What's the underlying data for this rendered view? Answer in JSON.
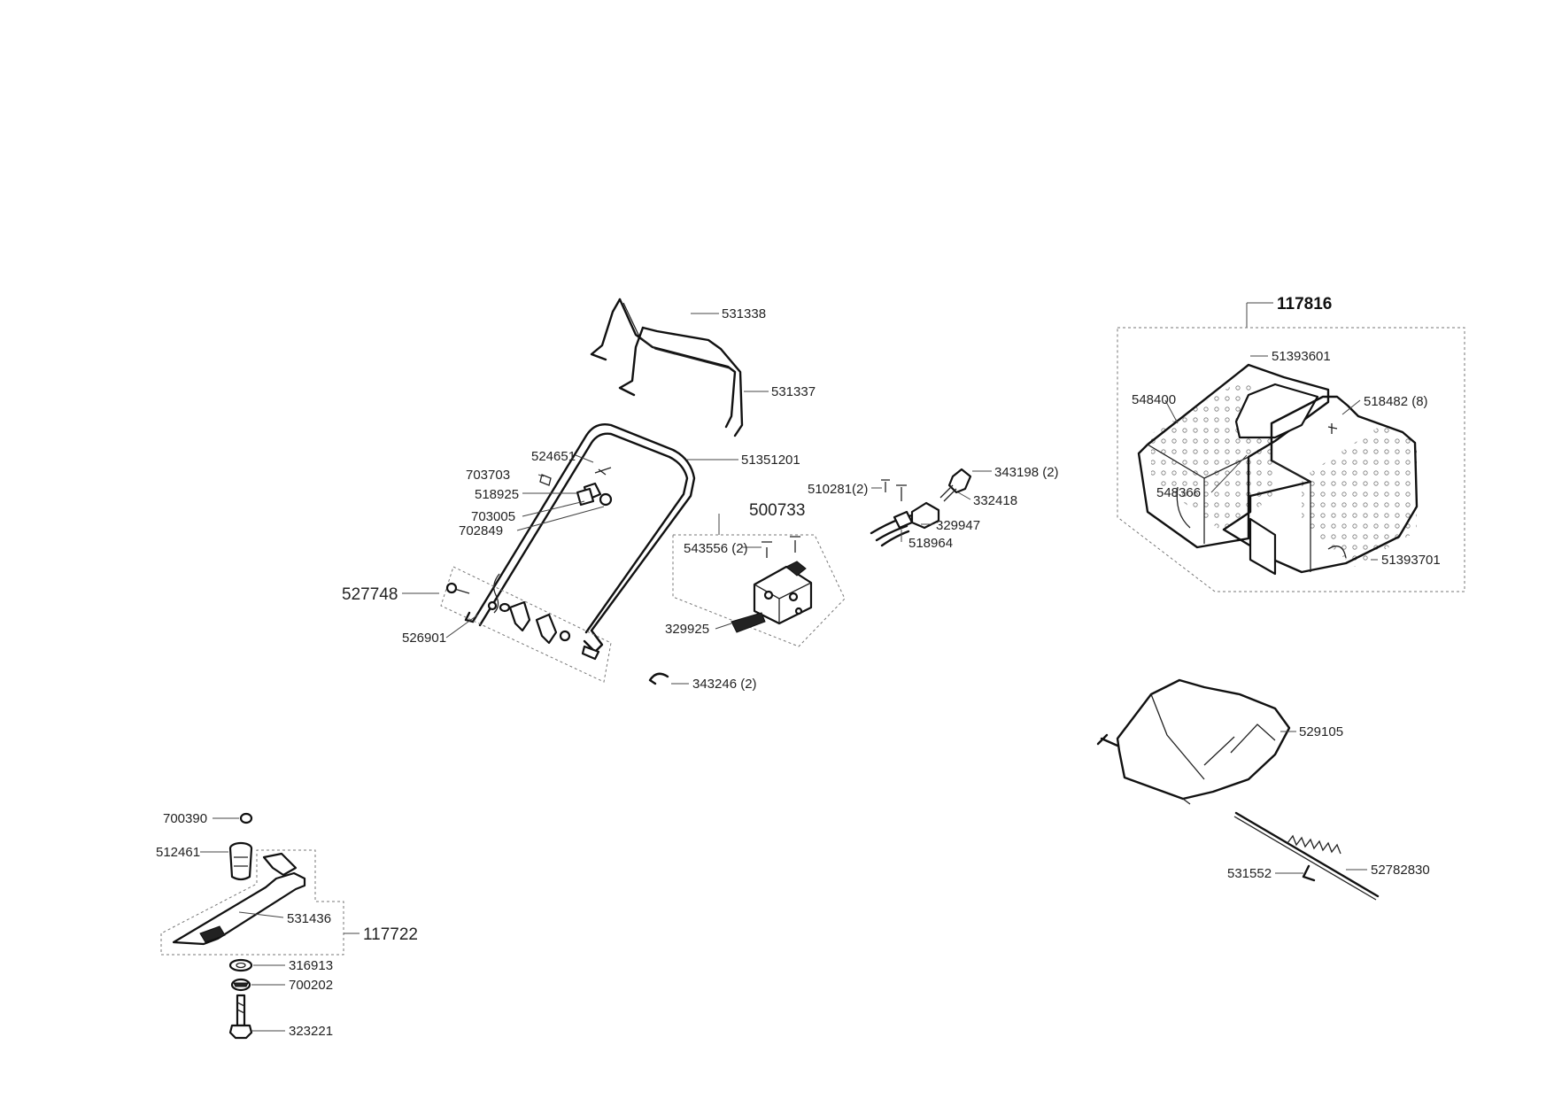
{
  "parts": {
    "p531338": "531338",
    "p531337": "531337",
    "p524651": "524651",
    "p51351201": "51351201",
    "p703703": "703703",
    "p518925": "518925",
    "p703005": "703005",
    "p702849": "702849",
    "p527748": "527748",
    "p526901": "526901",
    "p500733": "500733",
    "p543556": "543556 (2)",
    "p329925": "329925",
    "p343246": "343246 (2)",
    "p510281": "510281(2)",
    "p343198": "343198 (2)",
    "p332418": "332418",
    "p329947": "329947",
    "p518964": "518964",
    "p117816": "117816",
    "p51393601": "51393601",
    "p548400": "548400",
    "p518482": "518482 (8)",
    "p548366": "548366",
    "p51393701": "51393701",
    "p529105": "529105",
    "p531552": "531552",
    "p52782830": "52782830",
    "p700390": "700390",
    "p512461": "512461",
    "p531436": "531436",
    "p117722": "117722",
    "p316913": "316913",
    "p700202": "700202",
    "p323221": "323221"
  }
}
